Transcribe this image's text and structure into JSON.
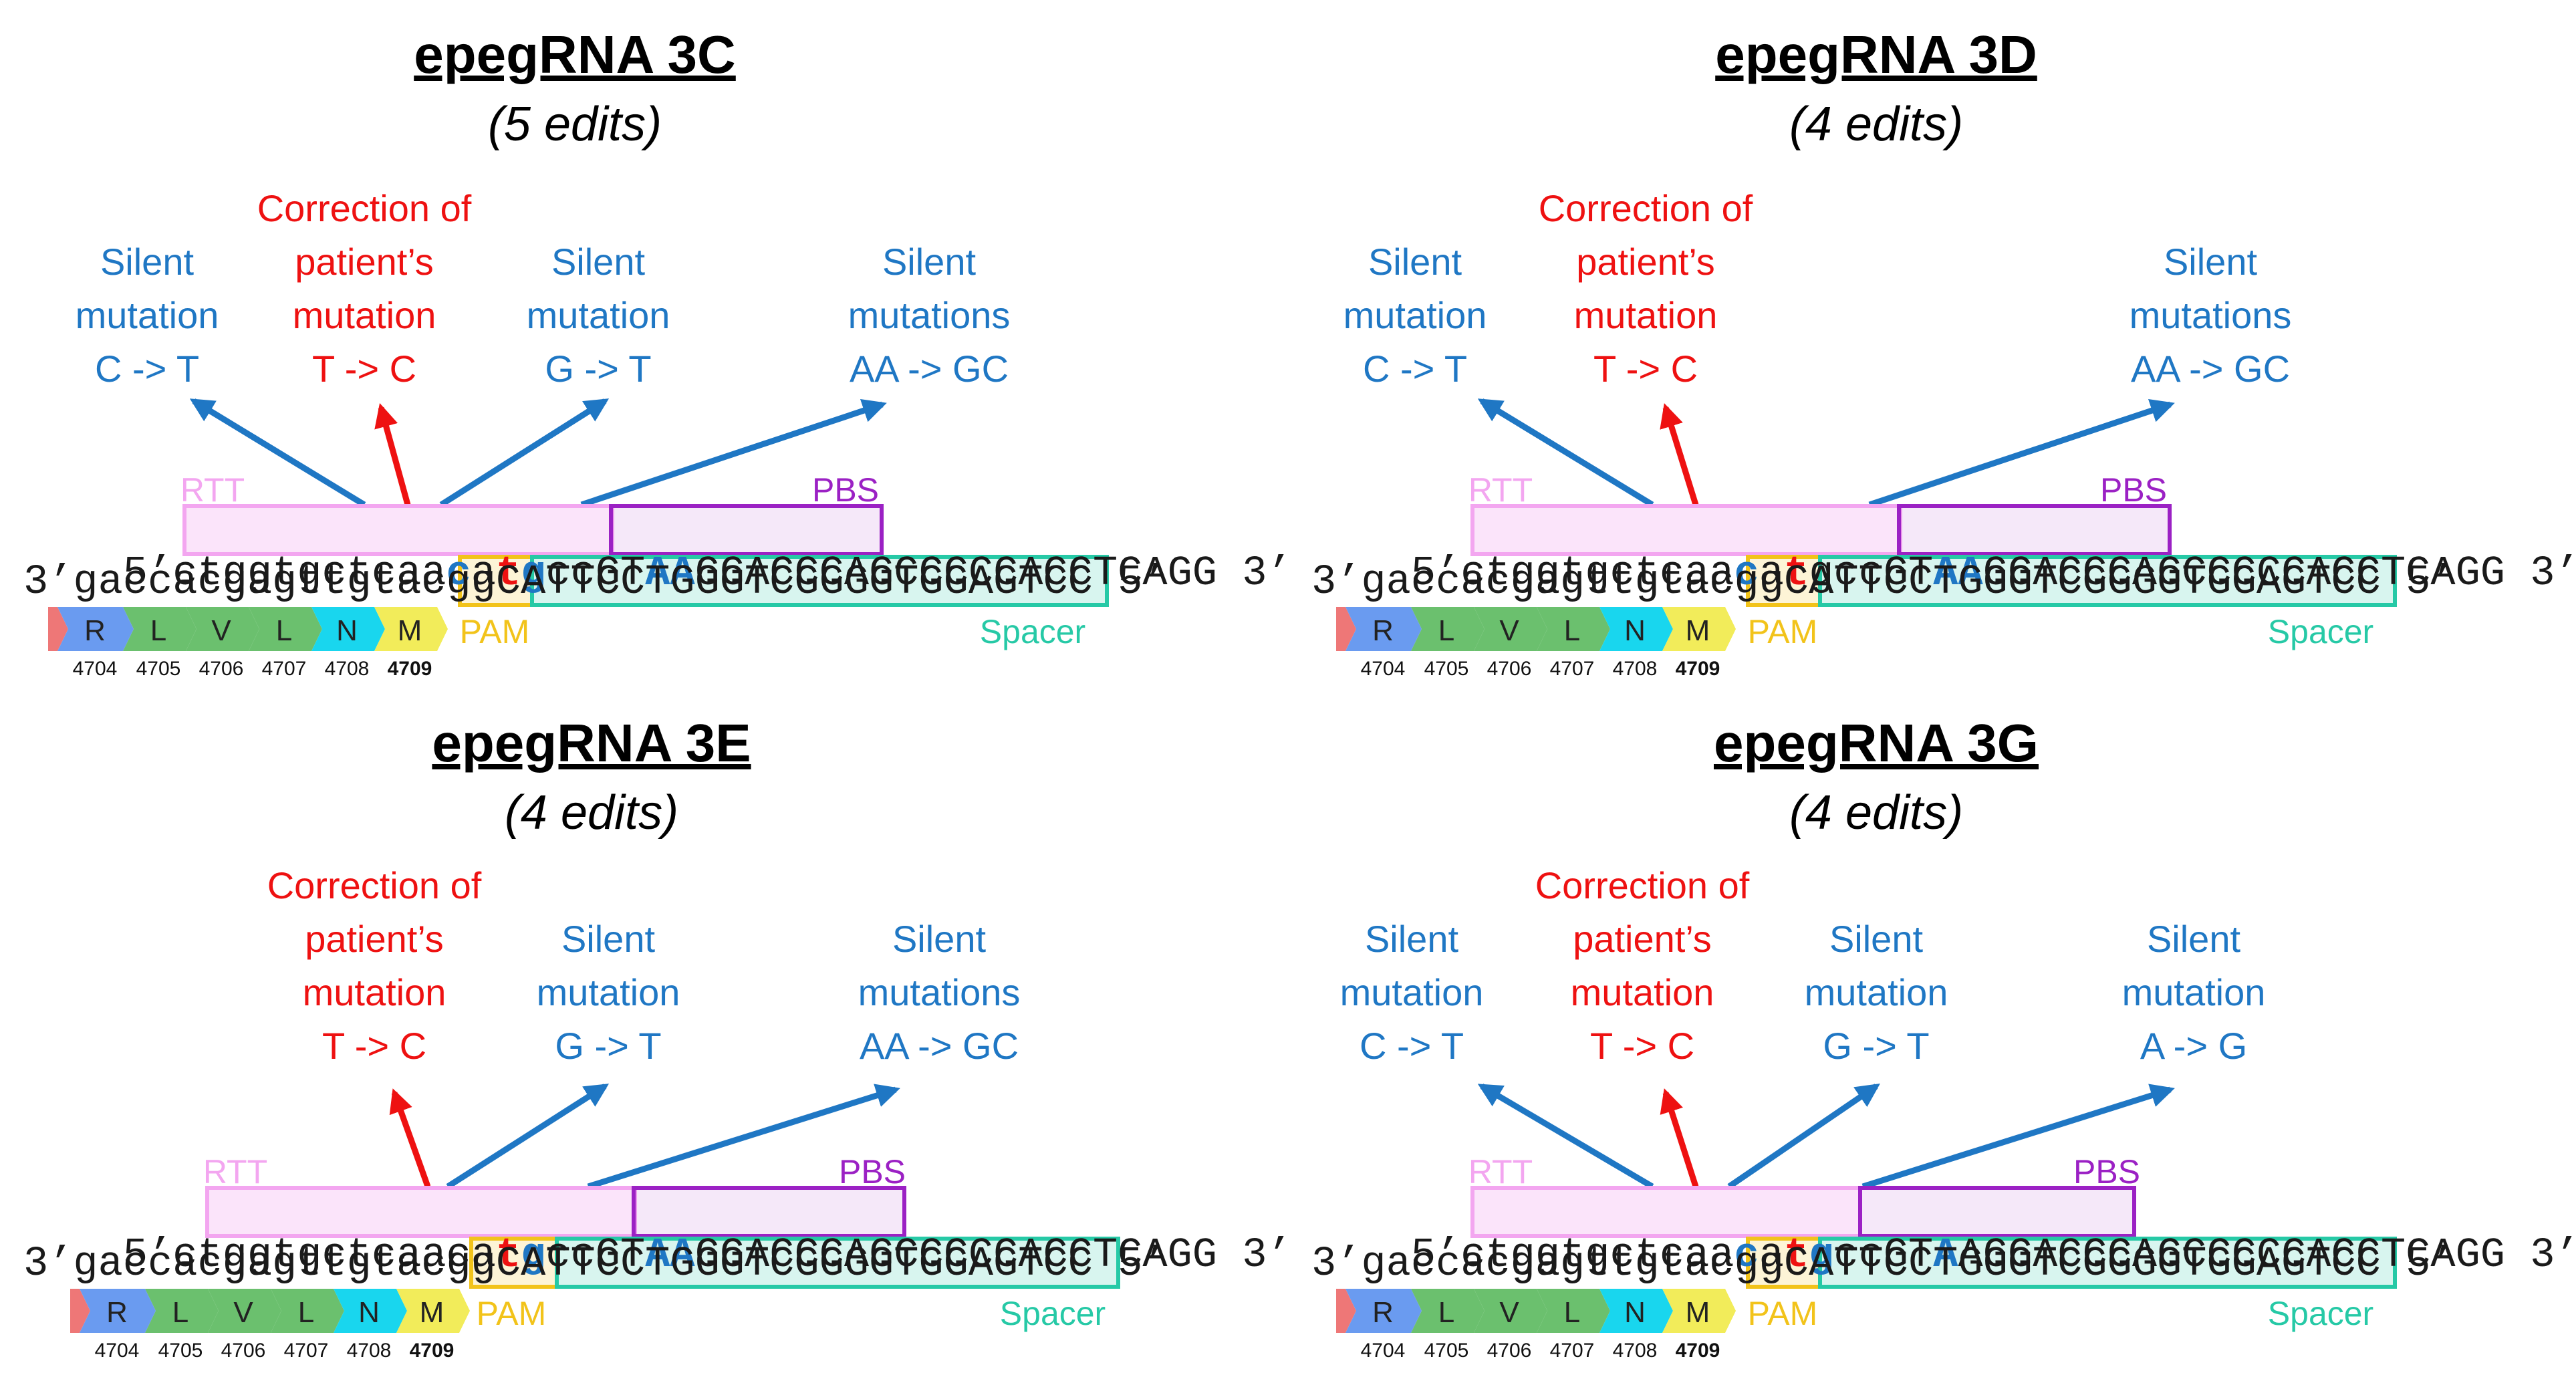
{
  "colors": {
    "silent": "#1f77c4",
    "correction": "#ee1111",
    "rtt": "#f3a6f0",
    "pbs": "#9b21c4",
    "pam": "#f2c31a",
    "spacer": "#26c9a6",
    "R": "#6a9bf0",
    "LVL": "#6bc06e",
    "N": "#19d6ee",
    "M": "#f2ec5a"
  },
  "panels": [
    {
      "title": "epegRNA 3C",
      "subtitle": "(5 edits)",
      "annotations": [
        {
          "type": "silent",
          "lines": [
            "Silent",
            "mutation",
            "C -> T"
          ]
        },
        {
          "type": "correction",
          "lines": [
            "Correction of",
            "patient’s",
            "mutation",
            "T -> C"
          ]
        },
        {
          "type": "silent",
          "lines": [
            "Silent",
            "mutation",
            "G -> T"
          ]
        },
        {
          "type": "silent",
          "lines": [
            "Silent",
            "mutations",
            "AA -> GC"
          ]
        }
      ],
      "top_strand": {
        "prefix": "5’",
        "segments": [
          "ctggt",
          "gctcaa",
          "c",
          "a",
          "t",
          "g",
          "ccGT",
          "AA",
          "GGACCCAGC",
          "CCCCACCTCAGG"
        ],
        "suffix": "3’"
      },
      "bottom_strand": "3’gaccacgagttgtacggCATTCCTGGGTCGGGGTGGAGTCC 5’",
      "rtt_label": "RTT",
      "pbs_label": "PBS",
      "pam_label": "PAM",
      "spacer_label": "Spacer",
      "amino_acids": [
        "R",
        "L",
        "V",
        "L",
        "N",
        "M"
      ],
      "positions": [
        "4704",
        "4705",
        "4706",
        "4707",
        "4708",
        "4709"
      ]
    },
    {
      "title": "epegRNA 3D",
      "subtitle": "(4 edits)",
      "annotations": [
        {
          "type": "silent",
          "lines": [
            "Silent",
            "mutation",
            "C -> T"
          ]
        },
        {
          "type": "correction",
          "lines": [
            "Correction of",
            "patient’s",
            "mutation",
            "T -> C"
          ]
        },
        {
          "type": "silent",
          "lines": [
            "Silent",
            "mutations",
            "AA -> GC"
          ]
        }
      ],
      "top_strand": {
        "prefix": "5’",
        "segments": [
          "ctggt",
          "gctcaa",
          "c",
          "a",
          "t",
          "g",
          "ccGT",
          "AA",
          "GGACCCAGC",
          "CCCCACCTCAGG"
        ],
        "suffix": "3’"
      },
      "bottom_strand": "3’gaccacgagttgtacggCATTCCTGGGTCGGGGTGGAGTCC 5’",
      "rtt_label": "RTT",
      "pbs_label": "PBS",
      "pam_label": "PAM",
      "spacer_label": "Spacer",
      "amino_acids": [
        "R",
        "L",
        "V",
        "L",
        "N",
        "M"
      ],
      "positions": [
        "4704",
        "4705",
        "4706",
        "4707",
        "4708",
        "4709"
      ]
    },
    {
      "title": "epegRNA 3E",
      "subtitle": "(4 edits)",
      "annotations": [
        {
          "type": "correction",
          "lines": [
            "Correction of",
            "patient’s",
            "mutation",
            "T -> C"
          ]
        },
        {
          "type": "silent",
          "lines": [
            "Silent",
            "mutation",
            "G -> T"
          ]
        },
        {
          "type": "silent",
          "lines": [
            "Silent",
            "mutations",
            "AA -> GC"
          ]
        }
      ],
      "top_strand": {
        "prefix": "5’",
        "segments": [
          "ctggtg",
          "ctcaaca",
          "t",
          "g",
          "ccGT",
          "AA",
          "GGACCCAGCC",
          "CCCACCTCAGG"
        ],
        "suffix": "3’"
      },
      "bottom_strand": "3’gaccacgagttgtacggCATTCCTGGGTCGGGGTGGAGTCC 5’",
      "rtt_label": "RTT",
      "pbs_label": "PBS",
      "pam_label": "PAM",
      "spacer_label": "Spacer",
      "amino_acids": [
        "R",
        "L",
        "V",
        "L",
        "N",
        "M"
      ],
      "positions": [
        "4704",
        "4705",
        "4706",
        "4707",
        "4708",
        "4709"
      ]
    },
    {
      "title": "epegRNA 3G",
      "subtitle": "(4 edits)",
      "annotations": [
        {
          "type": "silent",
          "lines": [
            "Silent",
            "mutation",
            "C -> T"
          ]
        },
        {
          "type": "correction",
          "lines": [
            "Correction of",
            "patient’s",
            "mutation",
            "T -> C"
          ]
        },
        {
          "type": "silent",
          "lines": [
            "Silent",
            "mutation",
            "G -> T"
          ]
        },
        {
          "type": "silent",
          "lines": [
            "Silent",
            "mutation",
            "A -> G"
          ]
        }
      ],
      "top_strand": {
        "prefix": "5’",
        "segments": [
          "ctggt",
          "gctcaa",
          "c",
          "a",
          "t",
          "g",
          "ccGT",
          "A",
          "AGGACCCAGC",
          "CCCCACCTCAGG"
        ],
        "suffix": "3’"
      },
      "bottom_strand": "3’gaccacgagttgtacggCATTCCTGGGTCGGGGTGGAGTCC 5’",
      "rtt_label": "RTT",
      "pbs_label": "PBS",
      "pam_label": "PAM",
      "spacer_label": "Spacer",
      "amino_acids": [
        "R",
        "L",
        "V",
        "L",
        "N",
        "M"
      ],
      "positions": [
        "4704",
        "4705",
        "4706",
        "4707",
        "4708",
        "4709"
      ]
    }
  ]
}
